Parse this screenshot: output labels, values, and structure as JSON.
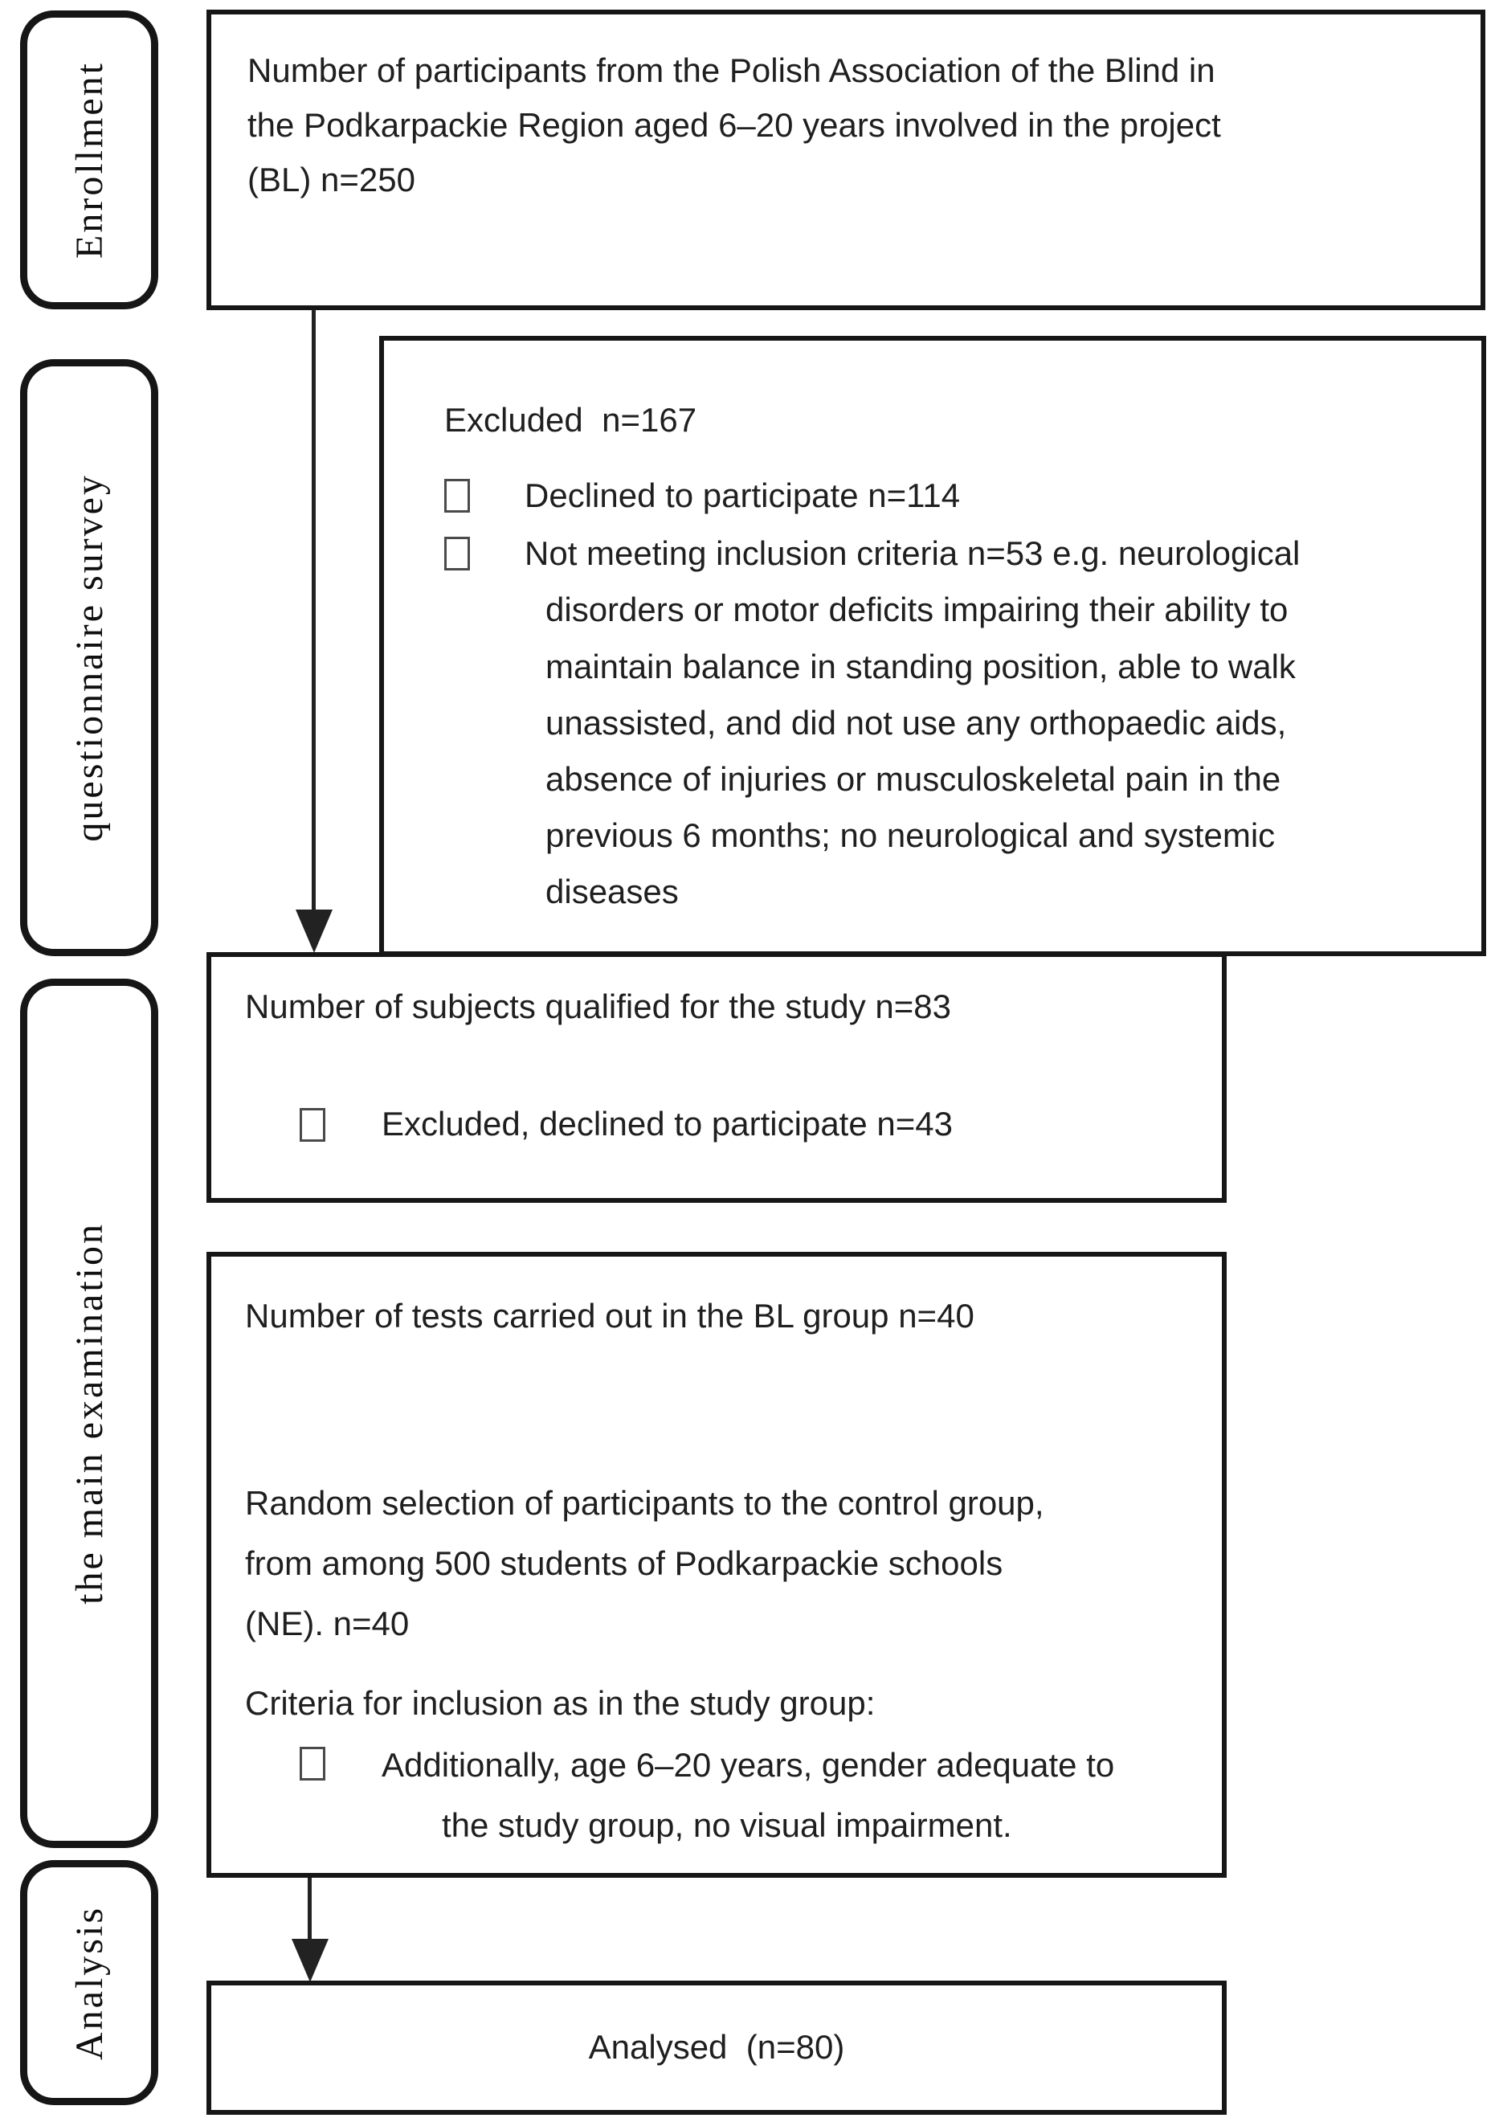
{
  "stages": [
    {
      "label": "Enrollment"
    },
    {
      "label": "questionnaire survey"
    },
    {
      "label": "the main examination"
    },
    {
      "label": "Analysis"
    }
  ],
  "boxes": {
    "enrolled": {
      "lines": [
        "Number of participants from the Polish Association of the Blind in",
        "the Podkarpackie Region aged 6–20 years involved in the project",
        "(BL) n=250"
      ]
    },
    "excluded": {
      "title": "Excluded  n=167",
      "items": [
        {
          "text": "Declined to participate n=114"
        },
        {
          "text": "Not meeting inclusion criteria n=53 e.g. neurological\ndisorders or motor deficits impairing their ability to\nmaintain balance in standing position, able to walk\nunassisted, and did not use any orthopaedic aids,\nabsence of injuries or musculoskeletal pain in the\nprevious 6 months; no neurological and systemic\ndiseases"
        }
      ]
    },
    "qualified": {
      "title": "Number of subjects qualified for the study n=83",
      "item": "Excluded, declined to participate n=43"
    },
    "main_exam": {
      "p1": "Number of tests carried out in the BL group n=40",
      "p2_lines": [
        "Random selection of participants to the control group,",
        "from among 500 students of Podkarpackie schools",
        "(NE). n=40"
      ],
      "p3": "Criteria for inclusion as in the study group:",
      "item_lines": [
        "Additionally, age 6–20 years, gender adequate to",
        "the study group, no visual impairment."
      ]
    },
    "analysed": {
      "text": "Analysed  (n=80)"
    }
  },
  "colors": {
    "ink": "#161616",
    "arrow": "#222222",
    "bullet_border": "#4a4a4a",
    "background": "#ffffff"
  }
}
